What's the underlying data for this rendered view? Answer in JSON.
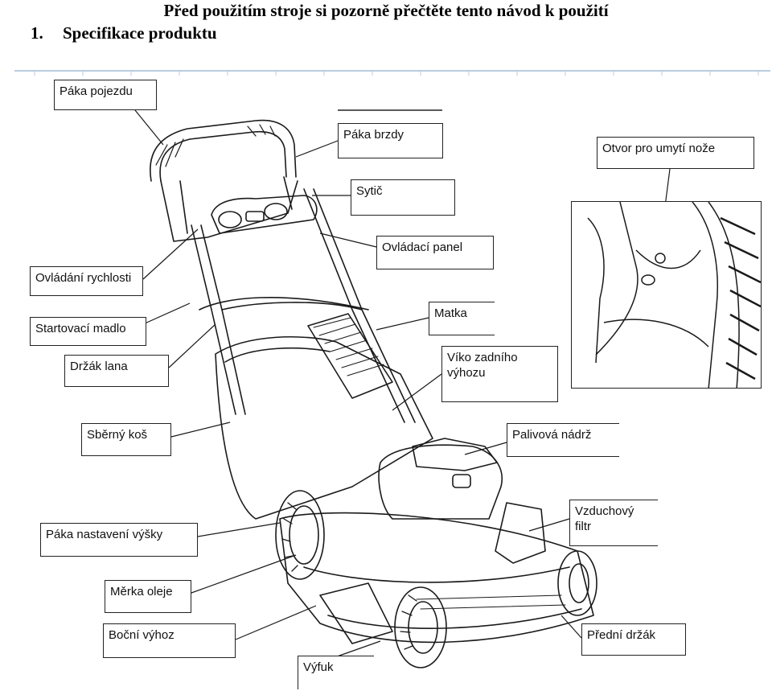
{
  "document": {
    "heading": "Před použitím stroje si pozorně přečtěte tento návod k použití",
    "section_number": "1.",
    "section_title": "Specifikace produktu"
  },
  "figure": {
    "labels": {
      "paka_pojezdu": "Páka pojezdu",
      "paka_brzdy": "Páka brzdy",
      "sytic": "Sytič",
      "ovladaci_panel": "Ovládací panel",
      "ovladani_rychlosti": "Ovládání rychlosti",
      "startovaci_madlo": "Startovací madlo",
      "drzak_lana": "Držák lana",
      "matka": "Matka",
      "viko_zadniho_vyhozu": "Víko zadního výhozu",
      "sberny_kos": "Sběrný koš",
      "palivova_nadrz": "Palivová nádrž",
      "paka_nastaveni_vysky": "Páka nastavení výšky",
      "vzduchovy_filtr": "Vzduchový filtr",
      "merka_oleje": "Měrka oleje",
      "bocni_vyhoz": "Boční výhoz",
      "predni_drzak": "Přední držák",
      "vyfuk": "Výfuk",
      "otvor_pro_umyti_noze": "Otvor pro umytí nože"
    }
  }
}
